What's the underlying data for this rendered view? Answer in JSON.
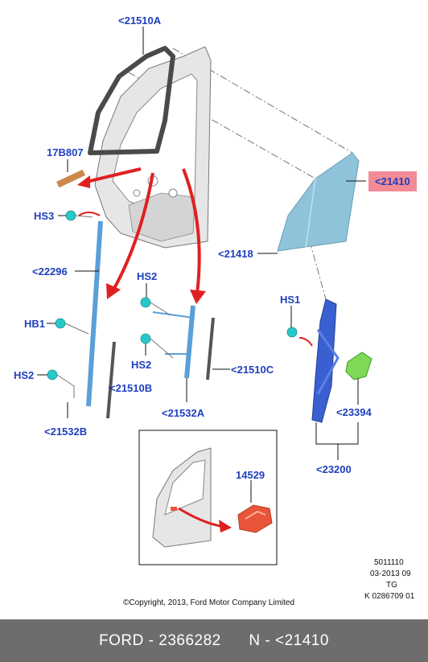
{
  "callouts": {
    "c21510A": "<21510A",
    "c17B807": "17B807",
    "cHS3": "HS3",
    "c22296": "<22296",
    "cHB1": "HB1",
    "cHS2a": "HS2",
    "c21532B": "<21532B",
    "cHS2b": "HS2",
    "cHS2c": "HS2",
    "c21510B": "<21510B",
    "c21532A": "<21532A",
    "c21510C": "<21510C",
    "c21418": "<21418",
    "c21410": "<21410",
    "cHS1": "HS1",
    "c23394": "<23394",
    "c23200": "<23200",
    "c14529": "14529"
  },
  "meta": {
    "line1": "5011110",
    "line2": "03-2013 09",
    "line3": "TG",
    "line4": "K 0286709 01",
    "copyright": "©Copyright, 2013, Ford Motor Company Limited"
  },
  "footer": {
    "text": "FORD - 2366282      N - <21410"
  },
  "colors": {
    "callout_text": "#1f3fbf",
    "highlight": "#f28b95",
    "footer_bg": "#6d6d6d",
    "glass": "#8fc3d9",
    "arrow": "#e02020",
    "regulator": "#3a5fd0",
    "clip": "#28c8c8",
    "motor": "#7ed957",
    "handle": "#e8553a",
    "strip": "#c98a4b"
  }
}
